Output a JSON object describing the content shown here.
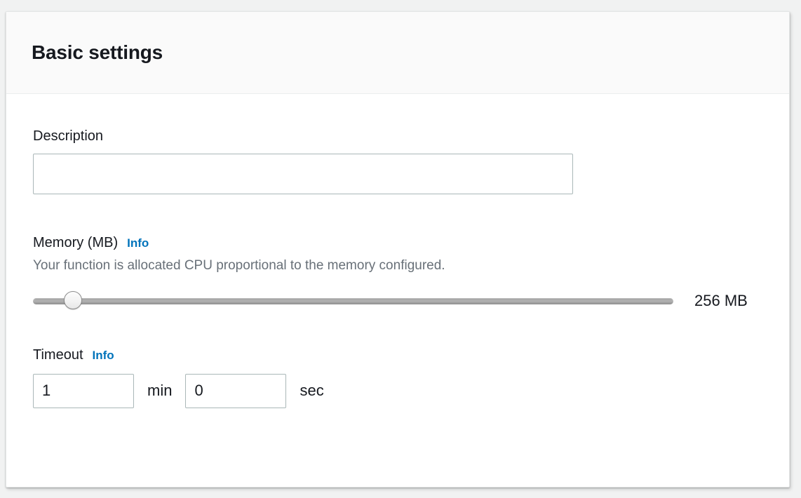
{
  "panel": {
    "title": "Basic settings"
  },
  "fields": {
    "description": {
      "label": "Description",
      "value": "",
      "placeholder": ""
    },
    "memory": {
      "label": "Memory (MB)",
      "info_label": "Info",
      "description": "Your function is allocated CPU proportional to the memory configured.",
      "value_display": "256 MB",
      "slider_percent": 5
    },
    "timeout": {
      "label": "Timeout",
      "info_label": "Info",
      "minutes_value": "1",
      "minutes_unit": "min",
      "seconds_value": "0",
      "seconds_unit": "sec"
    }
  },
  "colors": {
    "accent_link": "#0073bb",
    "text_primary": "#16191f",
    "text_secondary": "#687078",
    "input_border": "#aab7b8",
    "panel_header_bg": "#fafafa",
    "page_bg": "#f1f2f2"
  }
}
